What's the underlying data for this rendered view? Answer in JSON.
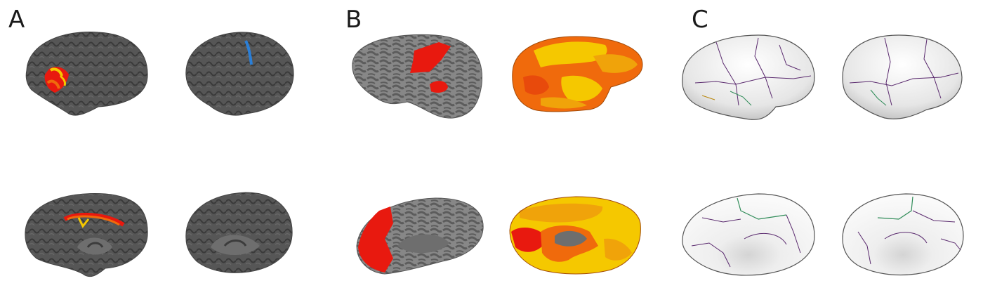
{
  "panels": [
    {
      "label": "A"
    },
    {
      "label": "B"
    },
    {
      "label": "C"
    }
  ],
  "colors": {
    "folded_surface": "#555555",
    "folded_sulcus": "#3c3c3c",
    "inflated_gyrus": "#8a8a8a",
    "inflated_sulcus": "#5e5e5e",
    "highlight_red": "#e8190f",
    "highlight_orange": "#f06a0c",
    "highlight_yellow": "#f5c800",
    "highlight_blue": "#2a7fd8",
    "parcel_boundary_purple": "#5a2a6e",
    "parcel_boundary_green": "#2e8b57",
    "smooth_surface": "#f2f2f2"
  }
}
